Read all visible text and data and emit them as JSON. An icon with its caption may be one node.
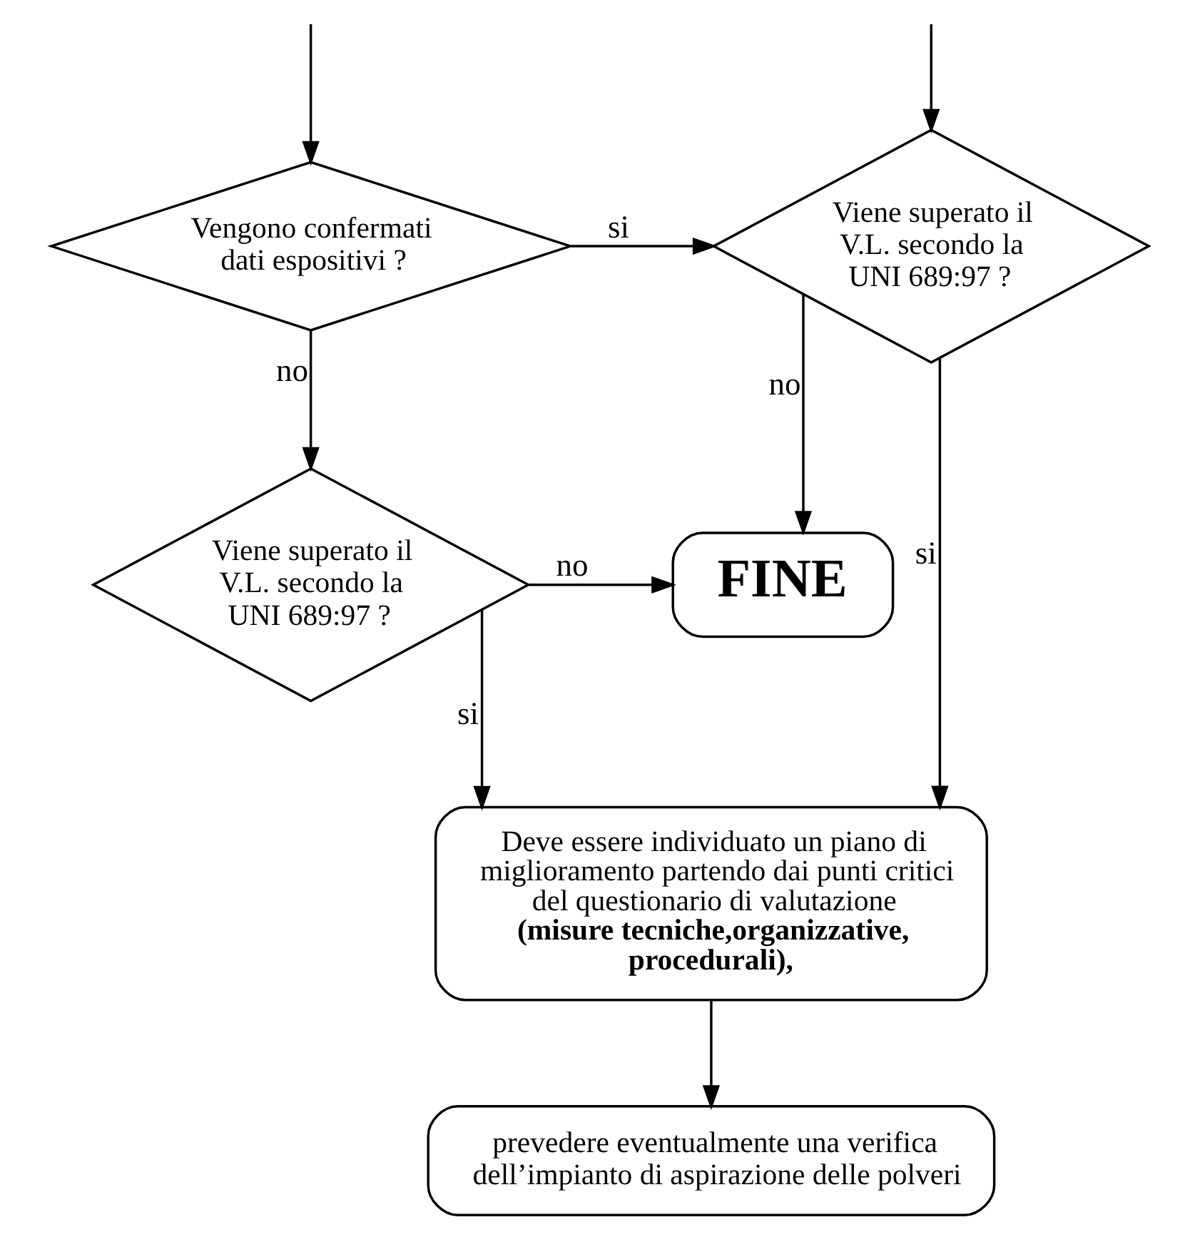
{
  "diagram": {
    "nodes": [
      {
        "text": [
          "Vengono confermati dati espositivi ?"
        ]
      },
      {
        "text": [
          "Viene superato il V.L. secondo la UNI 689:97 ?"
        ]
      },
      {
        "text": [
          "Viene superato il V.L. secondo la UNI 689:97 ?"
        ]
      },
      {
        "text": [
          "FINE"
        ]
      },
      {
        "text": [
          "Deve essere individuato un piano di miglioramento partendo dai punti critici del questionario di valutazione **(misure tecniche,organizzative, procedurali),**"
        ]
      },
      {
        "text": [
          "prevedere eventualmente una verifica dell’impianto di aspirazione delle polveri"
        ]
      }
    ],
    "edges": [
      {
        "from": null,
        "to": 0,
        "arrow": "to"
      },
      {
        "from": null,
        "to": 1,
        "arrow": "to"
      },
      {
        "from": 0,
        "to": 1,
        "arrow": "to",
        "label": "si"
      },
      {
        "from": 0,
        "to": 2,
        "arrow": "to",
        "label": "no"
      },
      {
        "from": 1,
        "to": 3,
        "arrow": "to",
        "label": "no"
      },
      {
        "from": 2,
        "to": 3,
        "arrow": "to",
        "label": "no"
      },
      {
        "from": 1,
        "to": 4,
        "arrow": "to",
        "label": "si"
      },
      {
        "from": 2,
        "to": 4,
        "arrow": "to",
        "label": "si"
      },
      {
        "from": 4,
        "to": 5,
        "arrow": "to"
      }
    ]
  }
}
